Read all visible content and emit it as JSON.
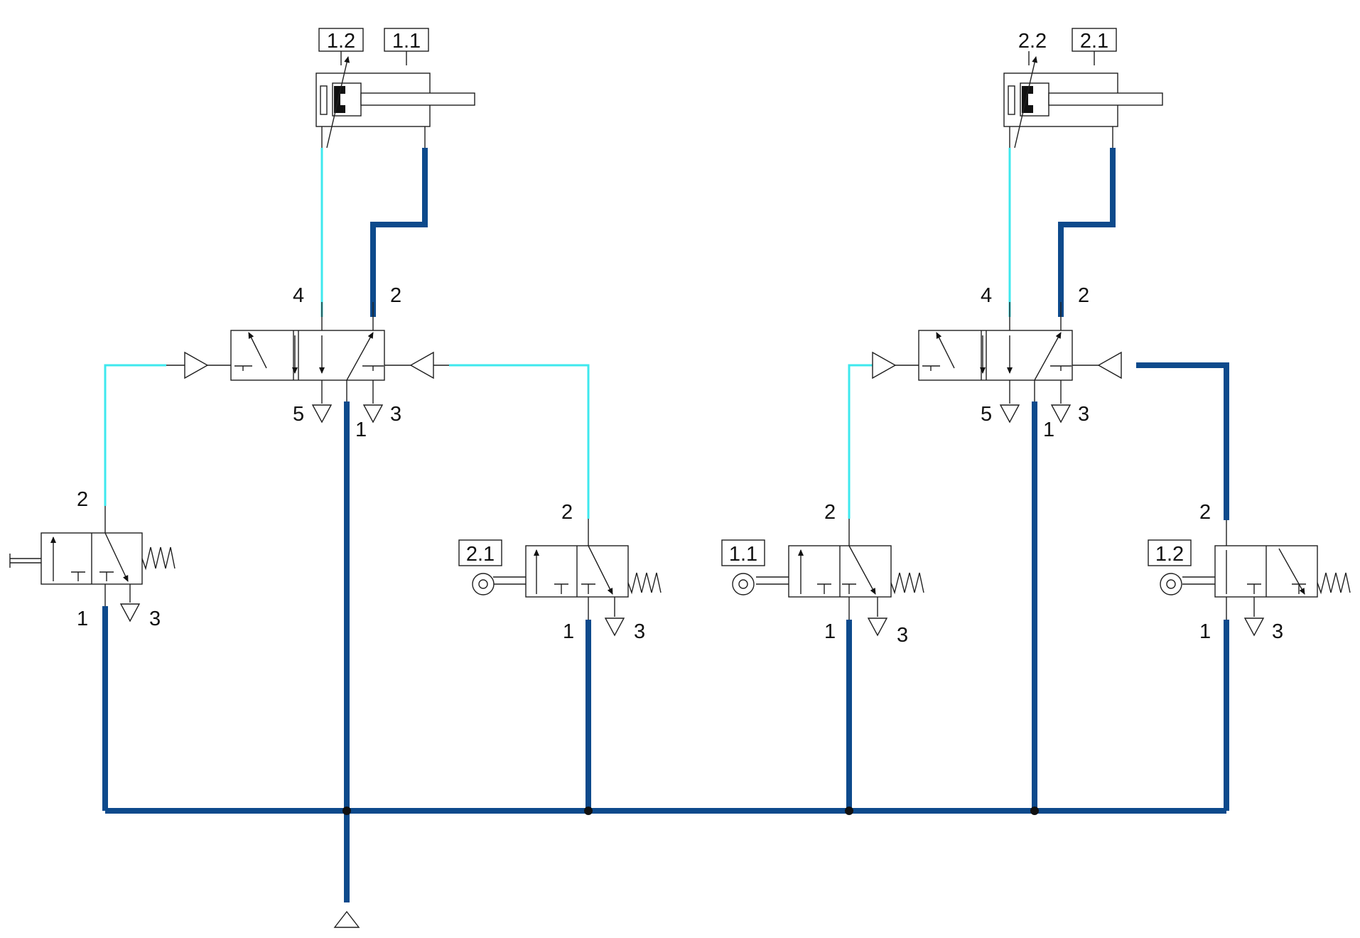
{
  "colors": {
    "pressure_line": "#0d4a8c",
    "exhaust_line": "#3ee8ee",
    "symbol": "#1f1f1f",
    "background": "#ffffff"
  },
  "cylinders": [
    {
      "tag": "1.1",
      "sensor_tag": "1.2"
    },
    {
      "tag": "2.1",
      "sensor_tag": "2.2"
    }
  ],
  "main_valves": [
    {
      "port_4": "4",
      "port_2": "2",
      "port_5": "5",
      "port_1": "1",
      "port_3": "3"
    },
    {
      "port_4": "4",
      "port_2": "2",
      "port_5": "5",
      "port_1": "1",
      "port_3": "3"
    }
  ],
  "start_valve": {
    "port_2": "2",
    "port_1": "1",
    "port_3": "3"
  },
  "roller_valves": [
    {
      "tag": "2.1",
      "port_2": "2",
      "port_1": "1",
      "port_3": "3"
    },
    {
      "tag": "1.1",
      "port_2": "2",
      "port_1": "1",
      "port_3": "3"
    },
    {
      "tag": "1.2",
      "port_2": "2",
      "port_1": "1",
      "port_3": "3"
    }
  ]
}
